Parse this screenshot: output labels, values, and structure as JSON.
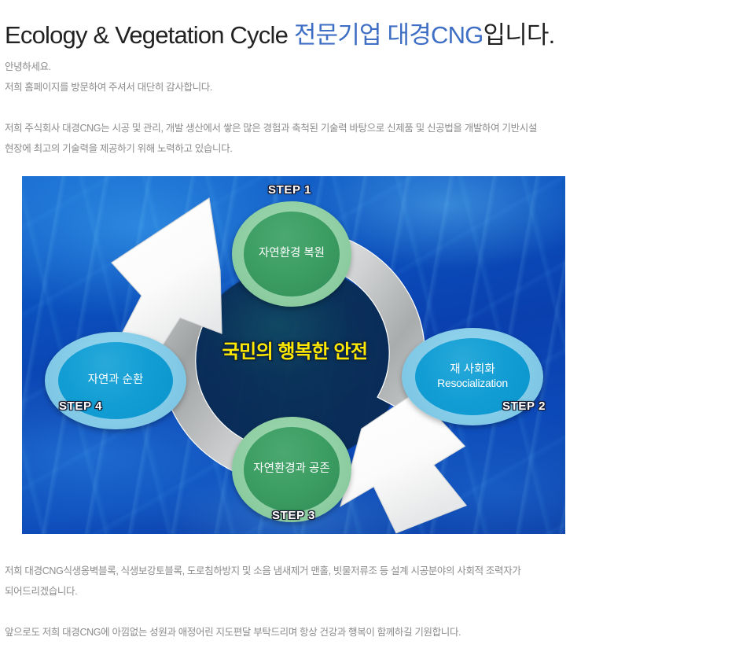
{
  "page": {
    "title_plain": "Ecology & Vegetation Cycle ",
    "title_accent": "전문기업 대경CNG",
    "title_tail": "입니다."
  },
  "intro": {
    "line1": "안녕하세요.",
    "line2": "저희 홈페이지를 방문하여 주셔서 대단히 감사합니다.",
    "line3": "저희 주식회사 대경CNG는 시공 및 관리, 개발 생산에서 쌓은 많은 경험과 축척된 기술력 바탕으로 신제품 및 신공법을  개발하여 기반시설",
    "line4": "현장에 최고의 기술력을 제공하기 위해 노력하고 있습니다."
  },
  "diagram": {
    "center_slogan": "국민의 행복한 안전",
    "steps": [
      {
        "step_label": "STEP 1",
        "node_title": "자연환경 복원",
        "node_sub": "",
        "color": "#3d9e63"
      },
      {
        "step_label": "STEP 2",
        "node_title": "재 사회화",
        "node_sub": "Resocialization",
        "color": "#129ed4"
      },
      {
        "step_label": "STEP 3",
        "node_title": "자연환경과 공존",
        "node_sub": "",
        "color": "#3d9e63"
      },
      {
        "step_label": "STEP 4",
        "node_title": "자연과 순환",
        "node_sub": "",
        "color": "#129ed4"
      }
    ],
    "colors": {
      "green_node": "#3d9e63",
      "green_halo": "#91cfa4",
      "blue_node": "#129ed4",
      "blue_halo": "#86cce8",
      "slogan_yellow": "#ffe800",
      "arrow_gray": "#c9cbcc",
      "background_blue": "#0b52bf"
    }
  },
  "outro": {
    "line1": "저희 대경CNG식생옹벽블록, 식생보강토블록, 도로침하방지 및 소음 냄새제거 맨홀, 빗물저류조 등 설계 시공분야의 사회적 조력자가",
    "line2": "되어드리겠습니다.",
    "line3": "앞으로도 저희 대경CNG에 아낌없는 성원과 애정어린 지도편달 부탁드리며 항상 건강과 행복이 함께하길 기원합니다."
  }
}
